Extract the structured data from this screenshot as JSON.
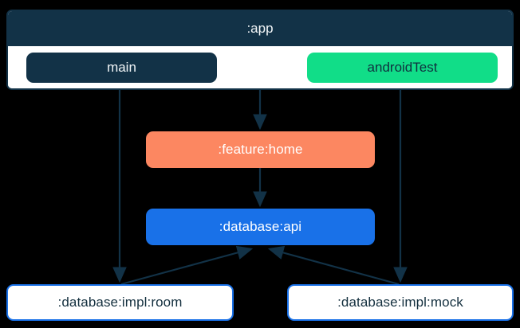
{
  "diagram": {
    "type": "module-dependency-graph",
    "background_color": "#000000",
    "container": {
      "title": ":app",
      "header_color": "#123247",
      "body_color": "#ffffff",
      "source_sets": [
        {
          "label": "main",
          "fill": "#123247",
          "text_color": "#f2f6f8"
        },
        {
          "label": "androidTest",
          "fill": "#11dd88",
          "text_color": "#10303f"
        }
      ]
    },
    "nodes": [
      {
        "id": "feature-home",
        "label": ":feature:home",
        "fill": "#fc8761",
        "text_color": "#ffffff"
      },
      {
        "id": "database-api",
        "label": ":database:api",
        "fill": "#1971e8",
        "text_color": "#ffffff"
      },
      {
        "id": "impl-room",
        "label": ":database:impl:room",
        "fill": "#ffffff",
        "text_color": "#14303f",
        "border_color": "#1971e8"
      },
      {
        "id": "impl-mock",
        "label": ":database:impl:mock",
        "fill": "#ffffff",
        "text_color": "#14303f",
        "border_color": "#1971e8"
      }
    ],
    "edges": [
      {
        "from": "main",
        "to": ":database:impl:room",
        "direction": "down"
      },
      {
        "from": ":app",
        "to": ":feature:home",
        "direction": "down"
      },
      {
        "from": "androidTest",
        "to": ":database:impl:mock",
        "direction": "down"
      },
      {
        "from": ":feature:home",
        "to": ":database:api",
        "direction": "down"
      },
      {
        "from": ":database:impl:room",
        "to": ":database:api",
        "direction": "up"
      },
      {
        "from": ":database:impl:mock",
        "to": ":database:api",
        "direction": "up"
      }
    ],
    "edge_color": "#123247"
  }
}
